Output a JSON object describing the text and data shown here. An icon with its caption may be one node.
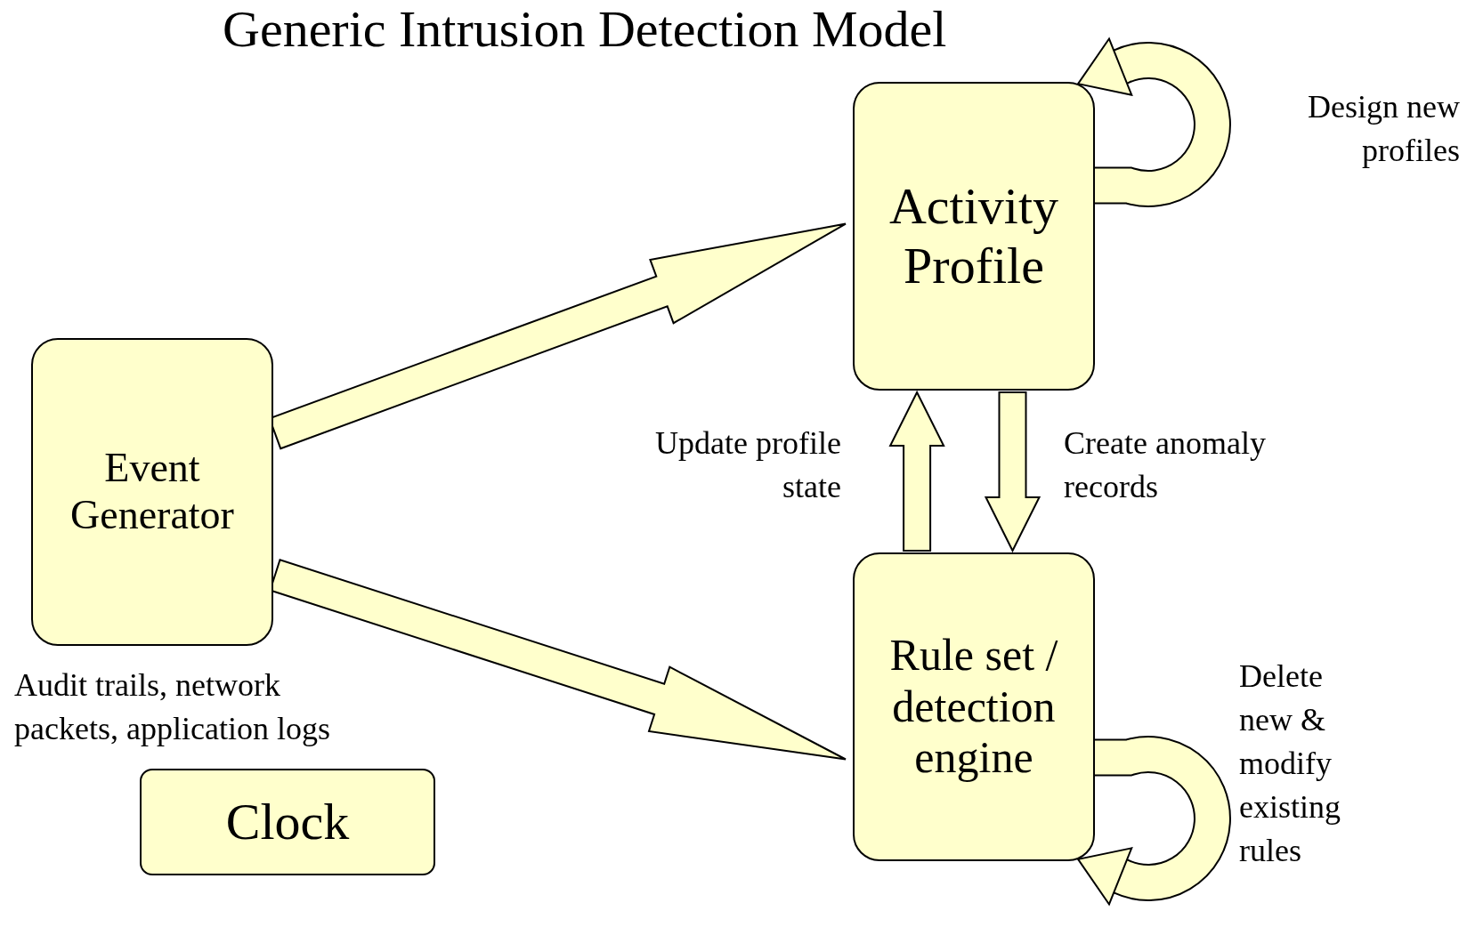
{
  "diagram": {
    "title": "Generic Intrusion Detection Model",
    "nodes": [
      {
        "text": [
          "Event Generator"
        ],
        "beside": [
          "Audit trails, network packets, application logs"
        ]
      },
      {
        "text": [
          "Activity Profile"
        ]
      },
      {
        "text": [
          "Rule set / detection engine"
        ]
      },
      {
        "text": [
          "Clock"
        ]
      }
    ],
    "edges": [
      {
        "from": 0,
        "to": 1,
        "arrow": "to"
      },
      {
        "from": 0,
        "to": 2,
        "arrow": "to"
      },
      {
        "from": 2,
        "to": 1,
        "arrow": "to",
        "label": "Update profile state"
      },
      {
        "from": 1,
        "to": 2,
        "arrow": "to",
        "label": "Create anomaly records"
      },
      {
        "from": 1,
        "to": 1,
        "arrow": "to",
        "label": "Design new profiles"
      },
      {
        "from": 2,
        "to": 2,
        "arrow": "to",
        "label": "Delete new & modify existing rules"
      }
    ]
  }
}
